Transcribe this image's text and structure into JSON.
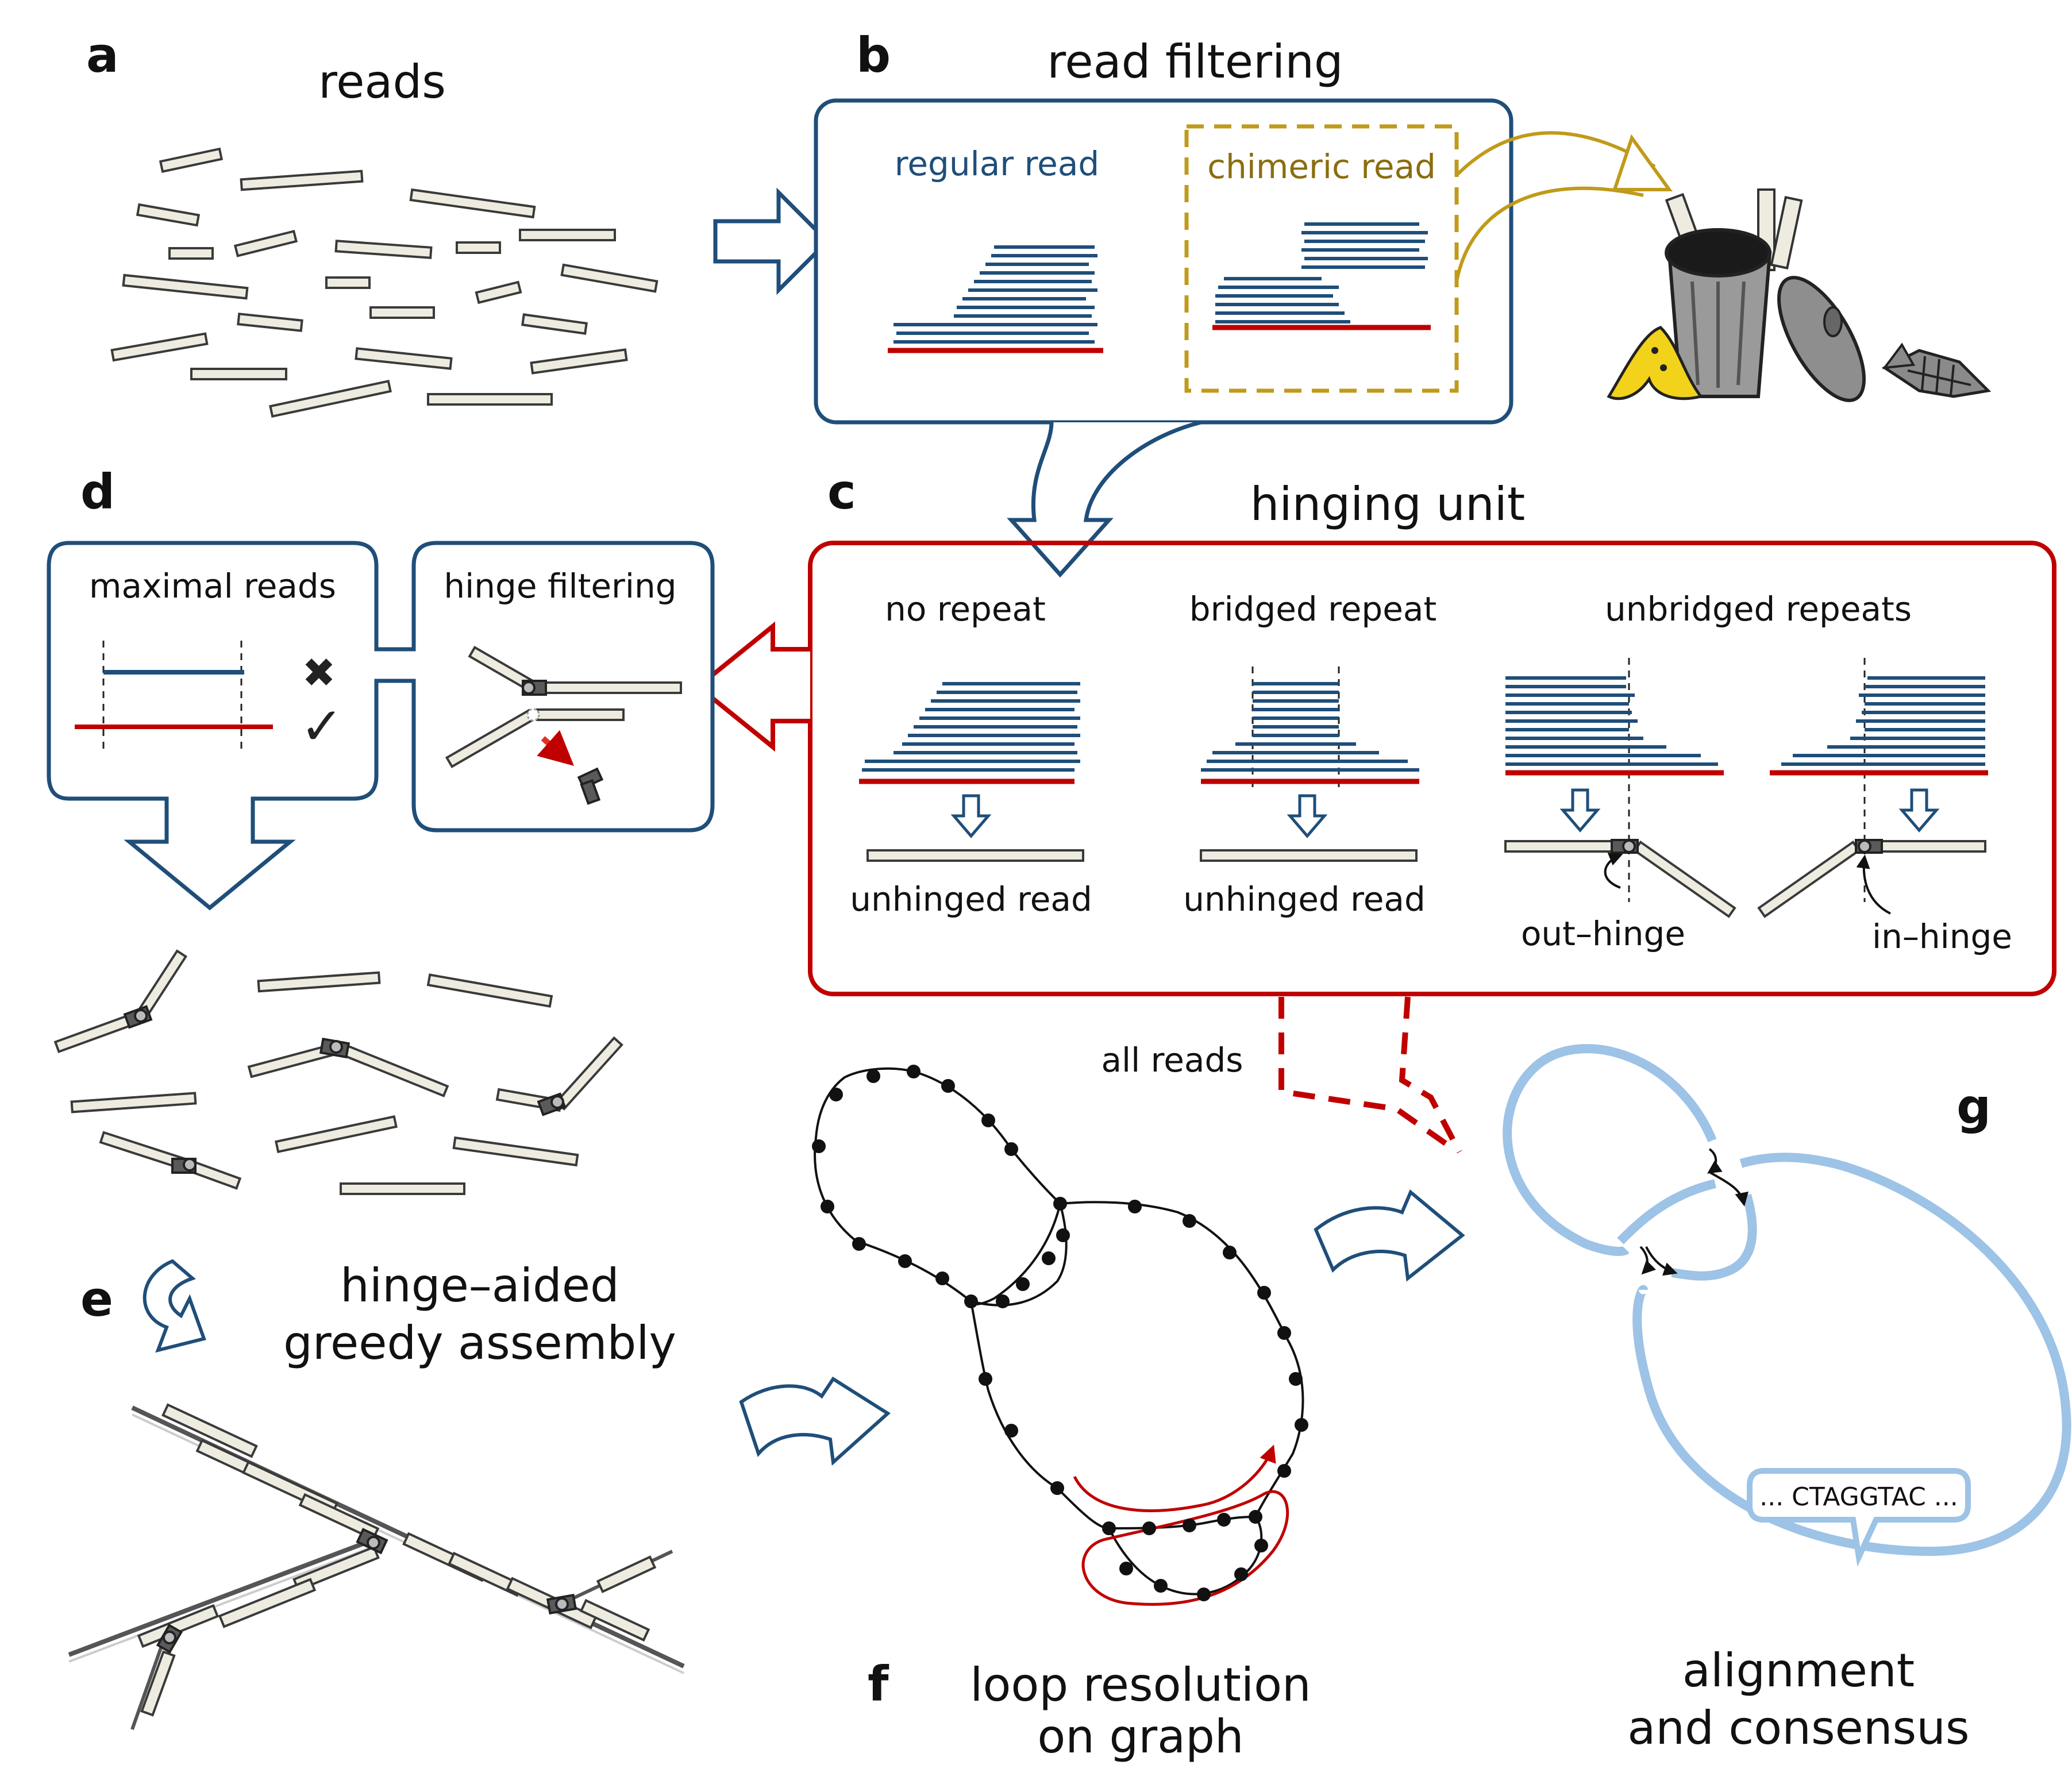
{
  "panels": {
    "a": {
      "label": "a",
      "title": "reads"
    },
    "b": {
      "label": "b",
      "title": "read filtering",
      "regular": "regular read",
      "chimeric": "chimeric read"
    },
    "c": {
      "label": "c",
      "title": "hinging unit",
      "no_repeat": "no repeat",
      "bridged": "bridged repeat",
      "unbridged": "unbridged repeats",
      "unhinged1": "unhinged read",
      "unhinged2": "unhinged read",
      "out_hinge": "out–hinge",
      "in_hinge": "in–hinge"
    },
    "d": {
      "label": "d",
      "maximal": "maximal reads",
      "hinge_filtering": "hinge filtering"
    },
    "e": {
      "label": "e",
      "title_line1": "hinge–aided",
      "title_line2": "greedy assembly"
    },
    "f": {
      "label": "f",
      "title_line1": "loop resolution",
      "title_line2": "on graph",
      "all_reads": "all reads"
    },
    "g": {
      "label": "g",
      "title_line1": "alignment",
      "title_line2": "and consensus",
      "sequence": "... CTAGGTAC ..."
    }
  },
  "colors": {
    "blue": "#1f4e79",
    "red": "#c00000",
    "gold": "#c09a1a",
    "lightblue": "#9dc3e6"
  }
}
